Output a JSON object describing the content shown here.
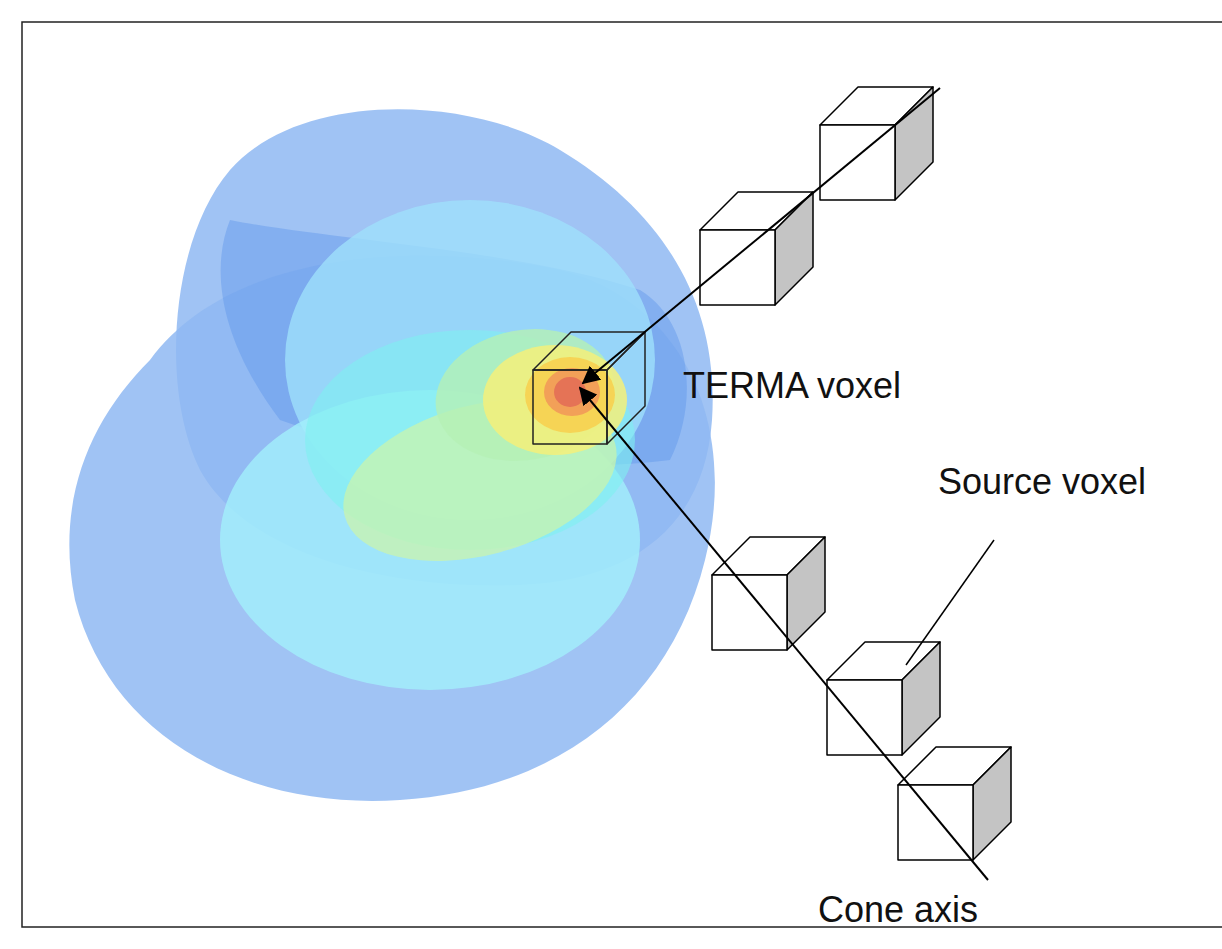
{
  "diagram": {
    "labels": [
      "TERMA voxel",
      "Source voxel",
      "Cone axis"
    ]
  }
}
